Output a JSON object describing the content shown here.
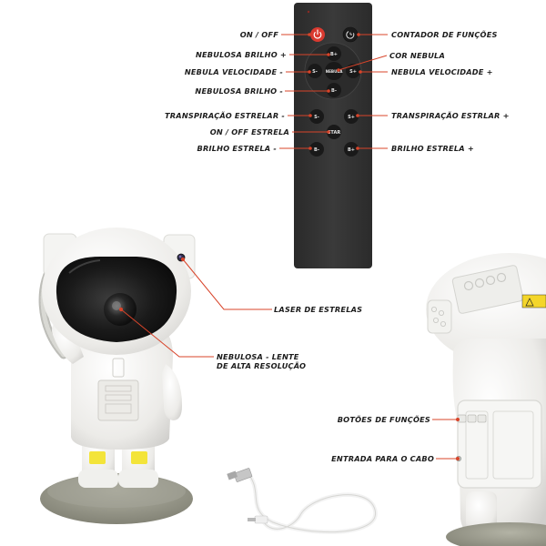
{
  "remote": {
    "buttons": {
      "power": "",
      "timer": "",
      "nebula_bright_up": "B+",
      "nebula_speed_down": "S-",
      "nebula_color": "NEBULA",
      "nebula_speed_up": "S+",
      "nebula_bright_down": "B-",
      "star_speed_down": "S-",
      "star_speed_up": "S+",
      "star_power": "STAR",
      "star_bright_down": "B-",
      "star_bright_up": "B+"
    }
  },
  "labels": {
    "on_off": "ON / OFF",
    "timer": "CONTADOR DE FUNÇÕES",
    "nebula_bright_up": "NEBULOSA BRILHO +",
    "nebula_color": "COR NEBULA",
    "nebula_speed_down": "NEBULA VELOCIDADE -",
    "nebula_speed_up": "NEBULA VELOCIDADE +",
    "nebula_bright_down": "NEBULOSA BRILHO -",
    "star_speed_down": "TRANSPIRAÇÃO ESTRELAR -",
    "star_speed_up": "TRANSPIRAÇÃO ESTRLAR +",
    "star_on_off": "ON / OFF ESTRELA",
    "star_bright_down": "BRILHO ESTRELA -",
    "star_bright_up": "BRILHO ESTRELA +",
    "laser": "LASER DE ESTRELAS",
    "lens_line1": "NEBULOSA - LENTE",
    "lens_line2": "DE ALTA RESOLUÇÃO",
    "buttons": "BOTÕES DE FUNÇÕES",
    "cable_input": "ENTRADA PARA O CABO"
  },
  "colors": {
    "accent": "#d8442a",
    "remote_body": "#323232",
    "power_button": "#d93a30",
    "label_text": "#1c1c1c",
    "astronaut": "#f2f2f0",
    "visor": "#1b1b1b",
    "base": "#9a9a8c",
    "boots": "#f3e43a"
  },
  "icons": {
    "power": "power-icon",
    "timer": "timer-icon"
  }
}
